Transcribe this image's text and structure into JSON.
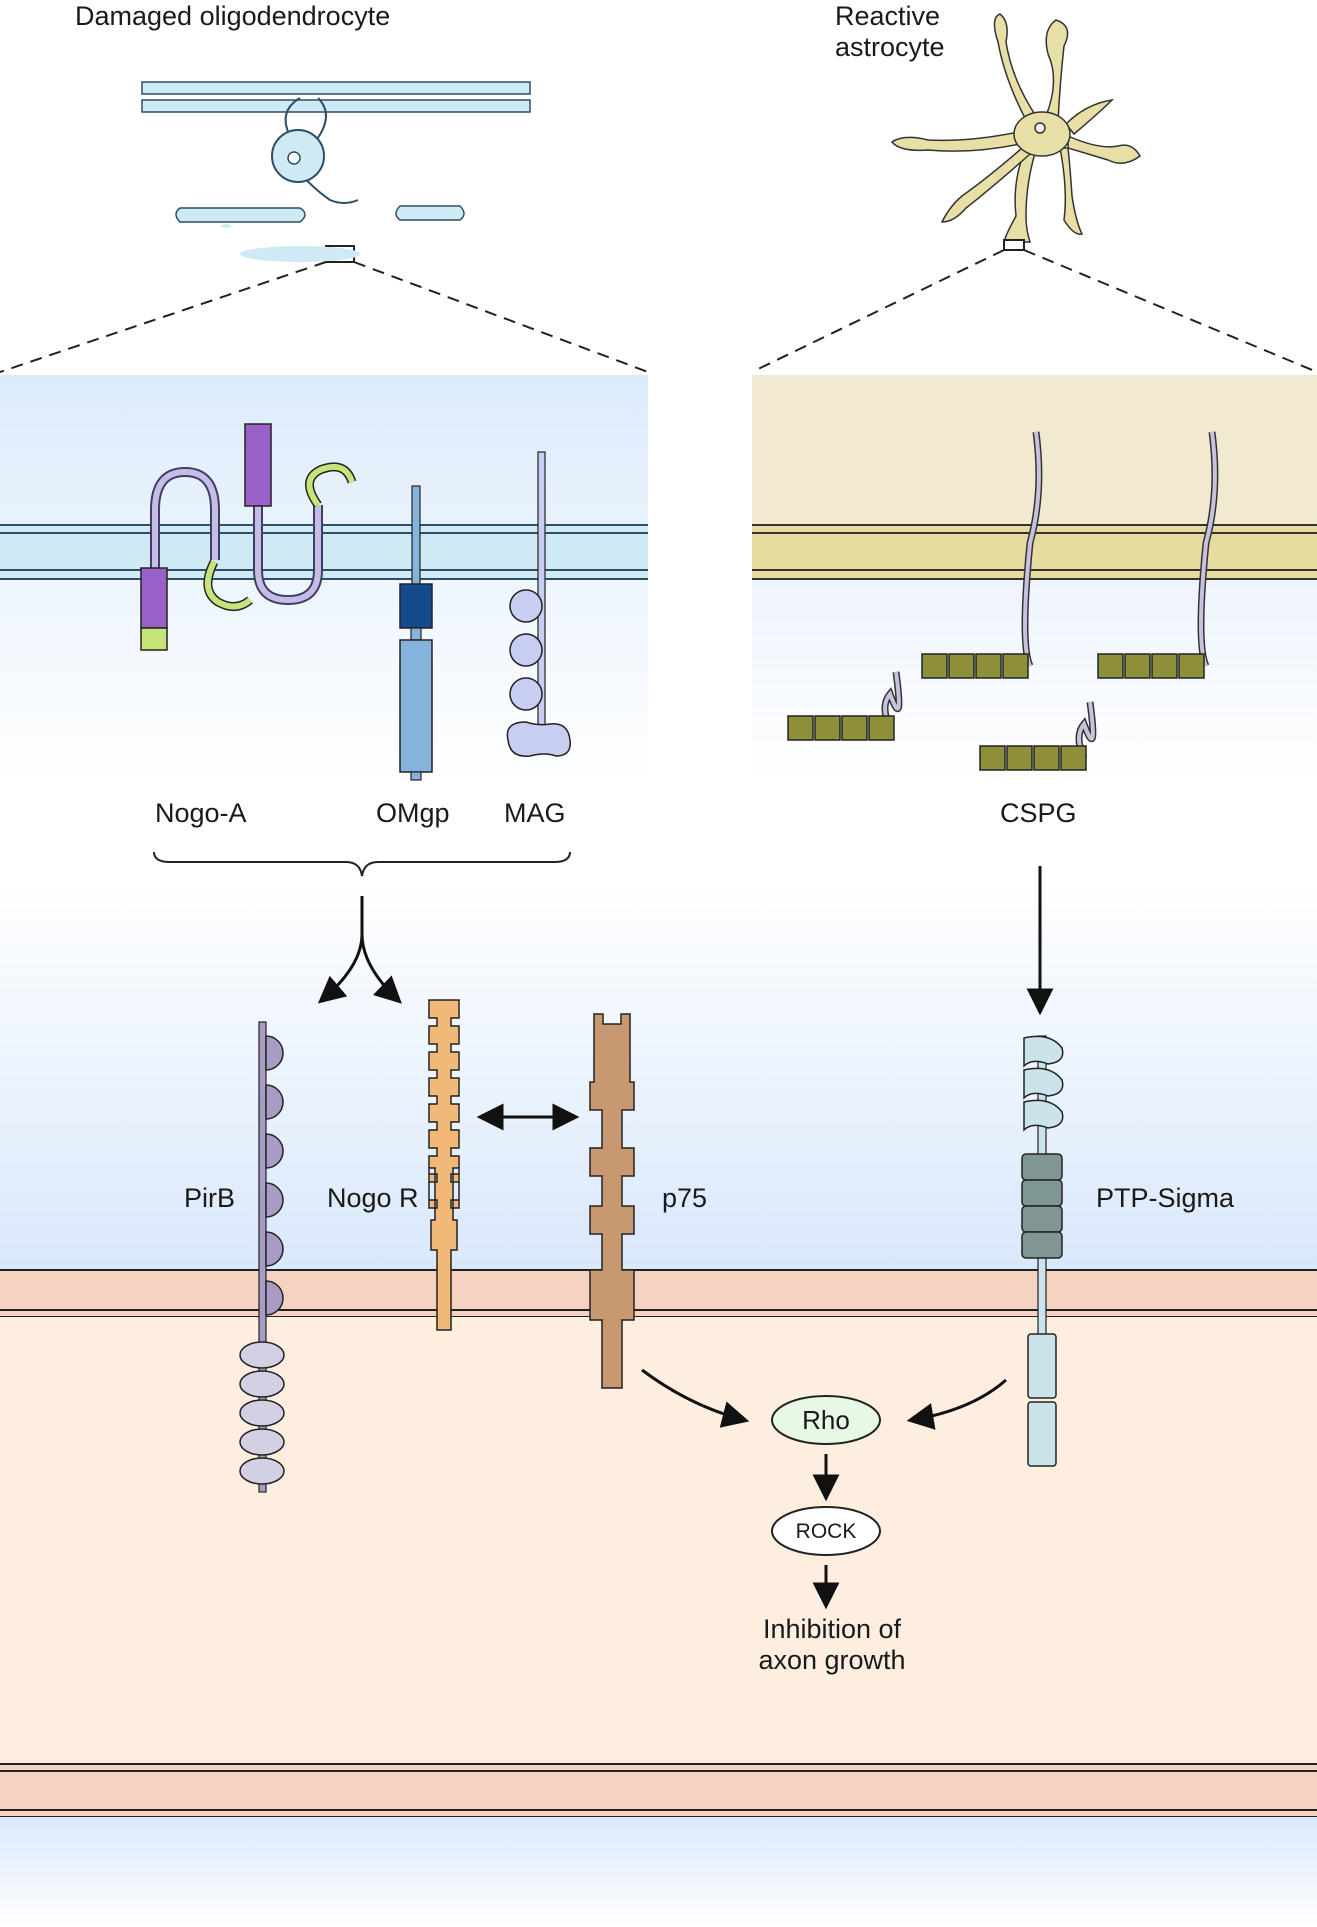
{
  "cells": {
    "oligodendrocyte": "Damaged oligodendrocyte",
    "astrocyte": "Reactive astrocyte"
  },
  "ligands": {
    "nogo_a": "Nogo-A",
    "omgp": "OMgp",
    "mag": "MAG",
    "cspg": "CSPG"
  },
  "receptors": {
    "pirb": "PirB",
    "nogo_r": "Nogo R",
    "p75": "p75",
    "ptp_sigma": "PTP-Sigma"
  },
  "pathway": {
    "rho": "Rho",
    "rock": "ROCK",
    "outcome": "Inhibition of axon growth"
  },
  "colors": {
    "myelin": "#cfeaf5",
    "myelin_line": "#2c4f66",
    "astro_membrane": "#e6dca0",
    "astro_fill": "#e8dfa6",
    "axon": "#fdeee0",
    "axon_band": "#f6d3c0",
    "nogo_purple": "#9a62c8",
    "nogo_tail": "#c6e478",
    "omgp_dark": "#134a8c",
    "omgp_light": "#86b3dc",
    "mag": "#c8cdf2",
    "cspg_core": "#8f8f3a",
    "pirb": "#a99cc4",
    "nogo_r": "#f1b877",
    "p75": "#c89870",
    "ptp": "#7f9695",
    "ptp_light": "#cbe3ea",
    "rho": "#e7f8e4"
  }
}
